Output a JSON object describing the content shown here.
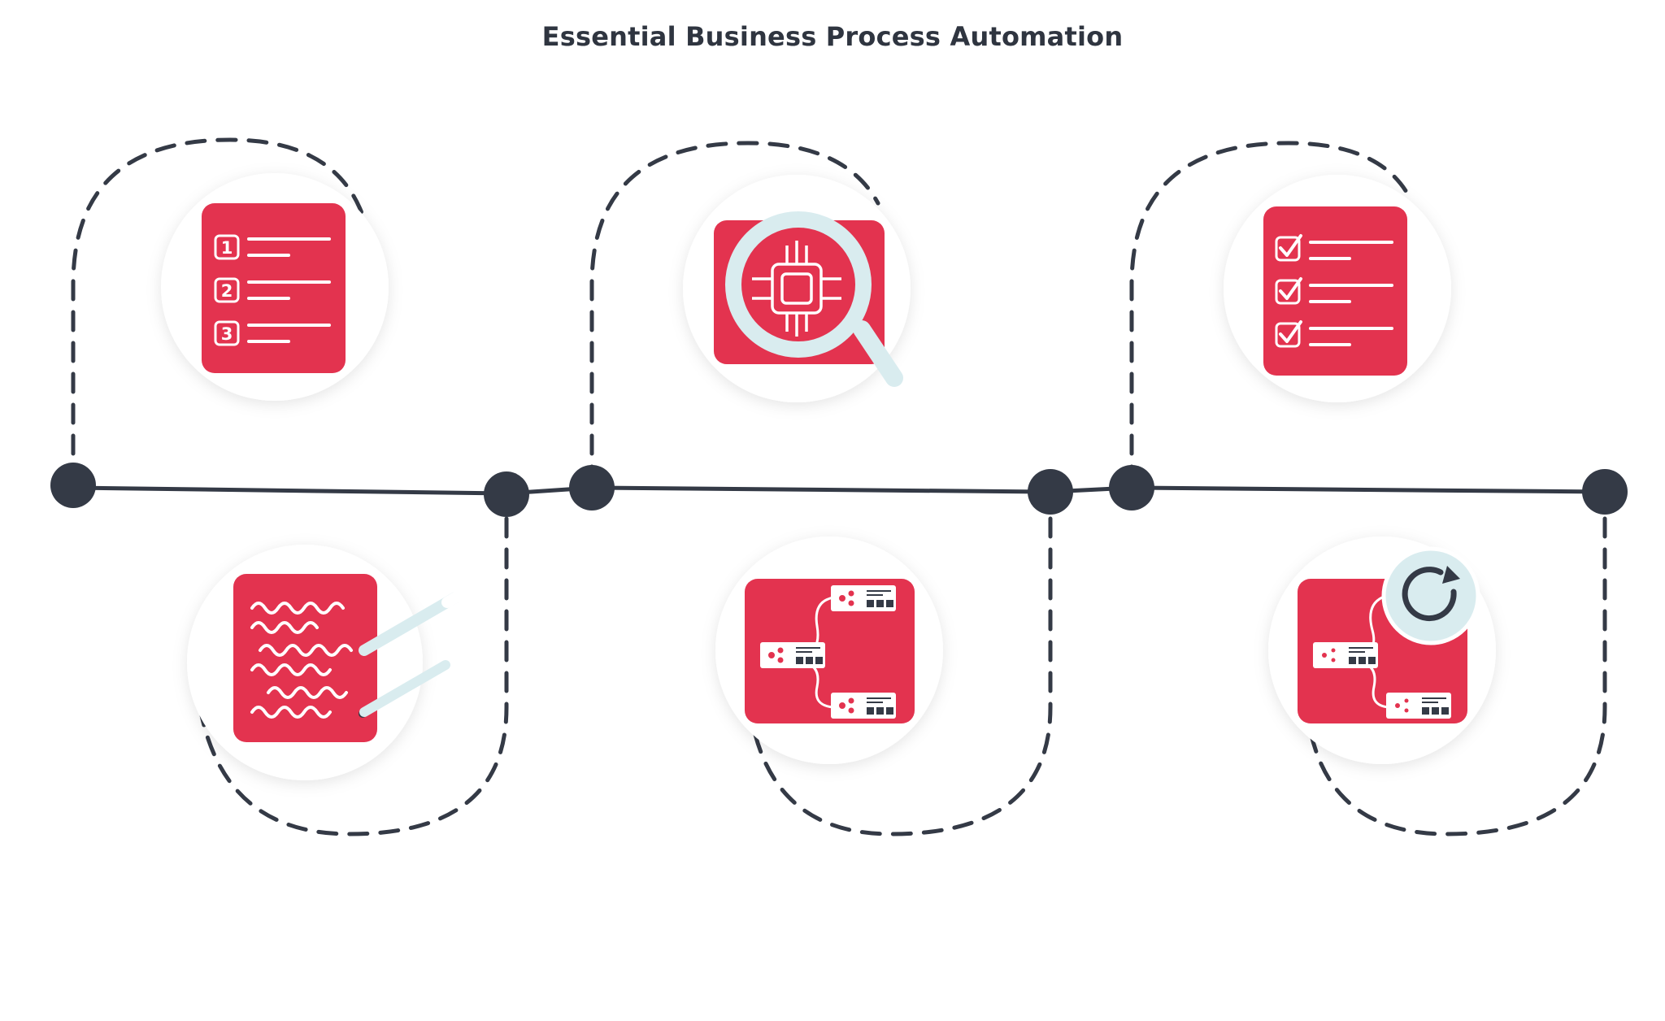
{
  "title": "Essential Business Process Automation",
  "colors": {
    "accent": "#e3334f",
    "line": "#343a46",
    "circle_bg": "#ffffff",
    "lens": "#d9ecef"
  },
  "steps": [
    {
      "icon": "numbered-list-icon",
      "numbers": [
        "1",
        "2",
        "3"
      ]
    },
    {
      "icon": "document-writing-icon"
    },
    {
      "icon": "chip-magnifier-icon"
    },
    {
      "icon": "workflow-nodes-icon"
    },
    {
      "icon": "checklist-icon"
    },
    {
      "icon": "workflow-refresh-icon"
    }
  ]
}
